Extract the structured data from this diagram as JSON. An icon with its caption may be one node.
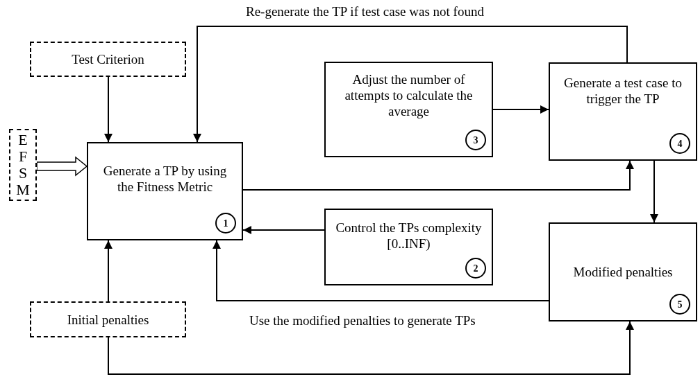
{
  "diagram": {
    "nodes": [
      {
        "text": [
          "Test Criterion"
        ]
      },
      {
        "text": [
          "EFSM"
        ]
      },
      {
        "text": [
          "Generate a TP by using the Fitness Metric",
          "1"
        ]
      },
      {
        "text": [
          "Adjust the number of attempts to calculate the average",
          "3"
        ]
      },
      {
        "text": [
          "Generate a test case to trigger the TP",
          "4"
        ]
      },
      {
        "text": [
          "Control the TPs complexity  [0..INF)",
          "2"
        ]
      },
      {
        "text": [
          "Modified penalties",
          "5"
        ]
      },
      {
        "text": [
          "Initial penalties"
        ]
      }
    ],
    "edges": [
      {
        "from": 0,
        "to": 2,
        "arrow": "to"
      },
      {
        "from": 1,
        "to": 2,
        "arrow": "to",
        "style": "thick"
      },
      {
        "from": 4,
        "to": 2,
        "arrow": "to",
        "label": "Re-generate the TP if test case was not found"
      },
      {
        "from": 3,
        "to": 4,
        "arrow": "to"
      },
      {
        "from": 2,
        "to": 4,
        "arrow": "to"
      },
      {
        "from": 5,
        "to": 2,
        "arrow": "to"
      },
      {
        "from": 4,
        "to": 6,
        "arrow": "to"
      },
      {
        "from": 6,
        "to": 2,
        "arrow": "to",
        "label": "Use the modified penalties to generate TPs"
      },
      {
        "from": 7,
        "to": 2,
        "arrow": "to"
      },
      {
        "from": 7,
        "to": 6,
        "arrow": "to"
      }
    ]
  }
}
